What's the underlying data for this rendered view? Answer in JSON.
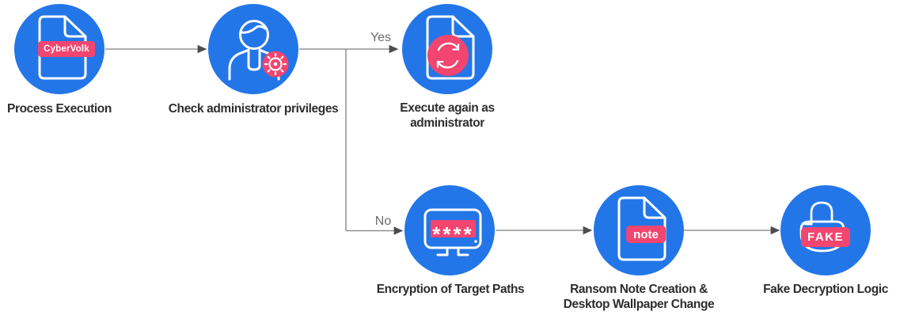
{
  "colors": {
    "node_blue": "#2376E8",
    "badge_pink": "#F2456F",
    "arrow_line": "#7f7f7f",
    "arrow_head": "#4d4d4d",
    "label_dark": "#2d2d2d",
    "branch_gray": "#6b6b6b",
    "icon_stroke": "#ffffff"
  },
  "nodes": [
    {
      "id": "process-execution",
      "label": "Process Execution",
      "icon": "document-icon",
      "badge": "CyberVolk"
    },
    {
      "id": "check-admin-privileges",
      "label": "Check administrator privileges",
      "icon": "user-gear-icon"
    },
    {
      "id": "execute-again-admin",
      "label": "Execute again as\nadministrator",
      "icon": "document-refresh-icon"
    },
    {
      "id": "encryption-target-paths",
      "label": "Encryption of Target Paths",
      "icon": "password-monitor-icon",
      "badge": "****"
    },
    {
      "id": "ransom-note",
      "label": "Ransom Note Creation &\nDesktop Wallpaper Change",
      "icon": "document-icon",
      "badge": "note"
    },
    {
      "id": "fake-decryption",
      "label": "Fake Decryption Logic",
      "icon": "unlocked-padlock-icon",
      "badge": "FAKE"
    }
  ],
  "branches": {
    "yes_label": "Yes",
    "no_label": "No"
  }
}
